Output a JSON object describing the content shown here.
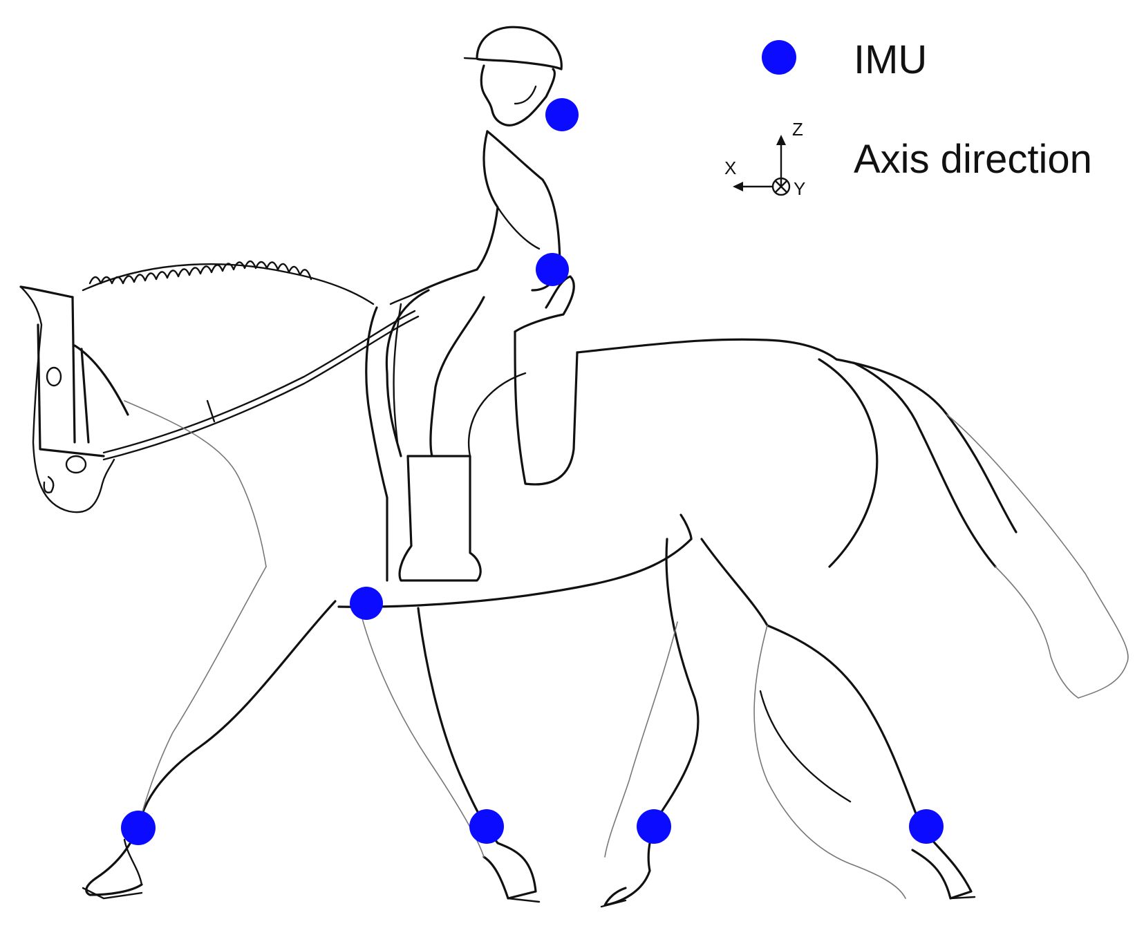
{
  "legend": {
    "imu_label": "IMU",
    "axis_label": "Axis direction",
    "axis_x": "X",
    "axis_y": "Y",
    "axis_z": "Z"
  },
  "colors": {
    "imu_marker": "#0b0bff",
    "line_art": "#111111",
    "background": "#ffffff"
  },
  "sensor_locations": [
    "rider-neck",
    "rider-lower-back",
    "horse-withers-girth",
    "horse-left-front-fetlock",
    "horse-right-front-fetlock",
    "horse-left-hind-fetlock",
    "horse-right-hind-fetlock"
  ]
}
